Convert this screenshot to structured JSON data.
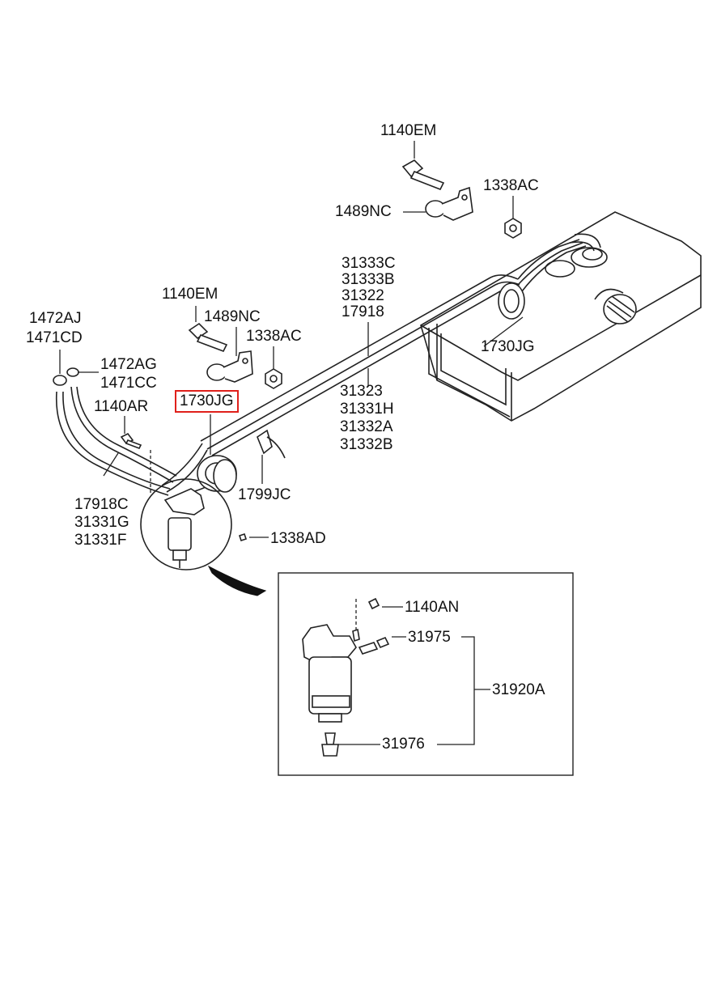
{
  "diagram": {
    "highlight_color": "#e0201b",
    "labels": {
      "bolt_top": "1140EM",
      "clamp_top": "1489NC",
      "nut_top": "1338AC",
      "tube_group_a": [
        "31333C",
        "31333B",
        "31322",
        "17918"
      ],
      "grommet_right": "1730JG",
      "bolt_mid": "1140EM",
      "clamp_mid": "1489NC",
      "nut_mid": "1338AC",
      "cap_left_a": "1472AJ",
      "clip_left_a": "1471CD",
      "cap_left_b": "1472AG",
      "clip_left_b": "1471CC",
      "grommet_left": "1730JG",
      "screw_left": "1140AR",
      "tube_group_b": [
        "31323",
        "31331H",
        "31332A",
        "31332B"
      ],
      "hose_group": [
        "17918C",
        "31331G",
        "31331F"
      ],
      "clip_tube": "1799JC",
      "nut_filter": "1338AD",
      "detail_bolt": "1140AN",
      "detail_fitting_top": "31975",
      "detail_assembly": "31920A",
      "detail_fitting_bottom": "31976"
    }
  }
}
